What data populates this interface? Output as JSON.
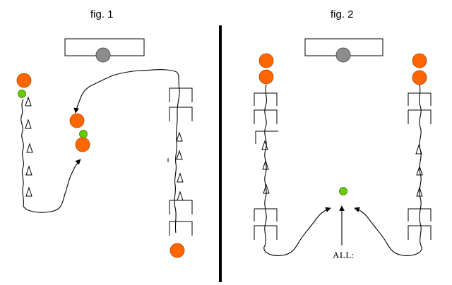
{
  "figures": [
    {
      "title": "fig. 1"
    },
    {
      "title": "fig. 2",
      "label": "ALL:"
    }
  ],
  "colors": {
    "player": "#ff6600",
    "ball": "#66cc00",
    "coach_ball": "#8c8c8c",
    "line": "#000000"
  },
  "icons": [
    "cone-icon",
    "agility-ladder-icon",
    "player-icon",
    "ball-icon",
    "coach-box-icon",
    "arrow-icon"
  ]
}
